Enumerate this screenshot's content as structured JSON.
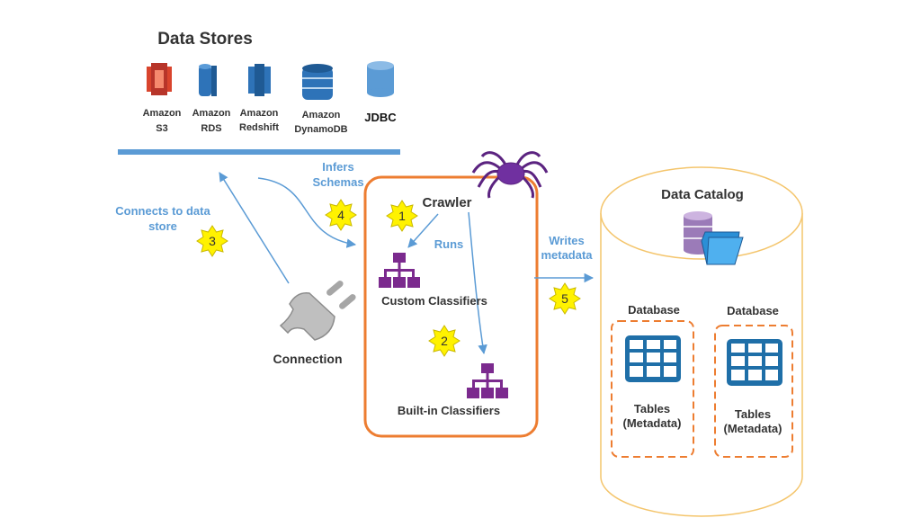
{
  "data_stores": {
    "title": "Data Stores",
    "items": [
      {
        "line1": "Amazon",
        "line2": "S3",
        "icon": "amazon-s3-icon",
        "color": "#d9442d"
      },
      {
        "line1": "Amazon",
        "line2": "RDS",
        "icon": "amazon-rds-icon",
        "color": "#2e73b8"
      },
      {
        "line1": "Amazon",
        "line2": "Redshift",
        "icon": "amazon-redshift-icon",
        "color": "#2e73b8"
      },
      {
        "line1": "Amazon",
        "line2": "DynamoDB",
        "icon": "amazon-dynamodb-icon",
        "color": "#2e73b8"
      },
      {
        "line1": "JDBC",
        "line2": "",
        "icon": "jdbc-database-icon",
        "color": "#5b9bd5"
      }
    ]
  },
  "labels": {
    "connects": [
      "Connects to data",
      "store"
    ],
    "infers": [
      "Infers",
      "Schemas"
    ],
    "crawler": "Crawler",
    "runs": "Runs",
    "writes": [
      "Writes",
      "metadata"
    ],
    "connection": "Connection",
    "custom_classifiers": "Custom Classifiers",
    "builtin_classifiers": "Built-in Classifiers"
  },
  "steps": [
    "1",
    "2",
    "3",
    "4",
    "5"
  ],
  "catalog": {
    "title": "Data Catalog",
    "databases": [
      {
        "title": "Database",
        "tables_line1": "Tables",
        "tables_line2": "(Metadata)"
      },
      {
        "title": "Database",
        "tables_line1": "Tables",
        "tables_line2": "(Metadata)"
      }
    ]
  },
  "colors": {
    "accent_blue": "#5b9bd5",
    "orange": "#ed7d31",
    "catalog_border": "#f4c56c",
    "purple": "#7030a0",
    "star": "#fff200",
    "text": "#333333"
  }
}
